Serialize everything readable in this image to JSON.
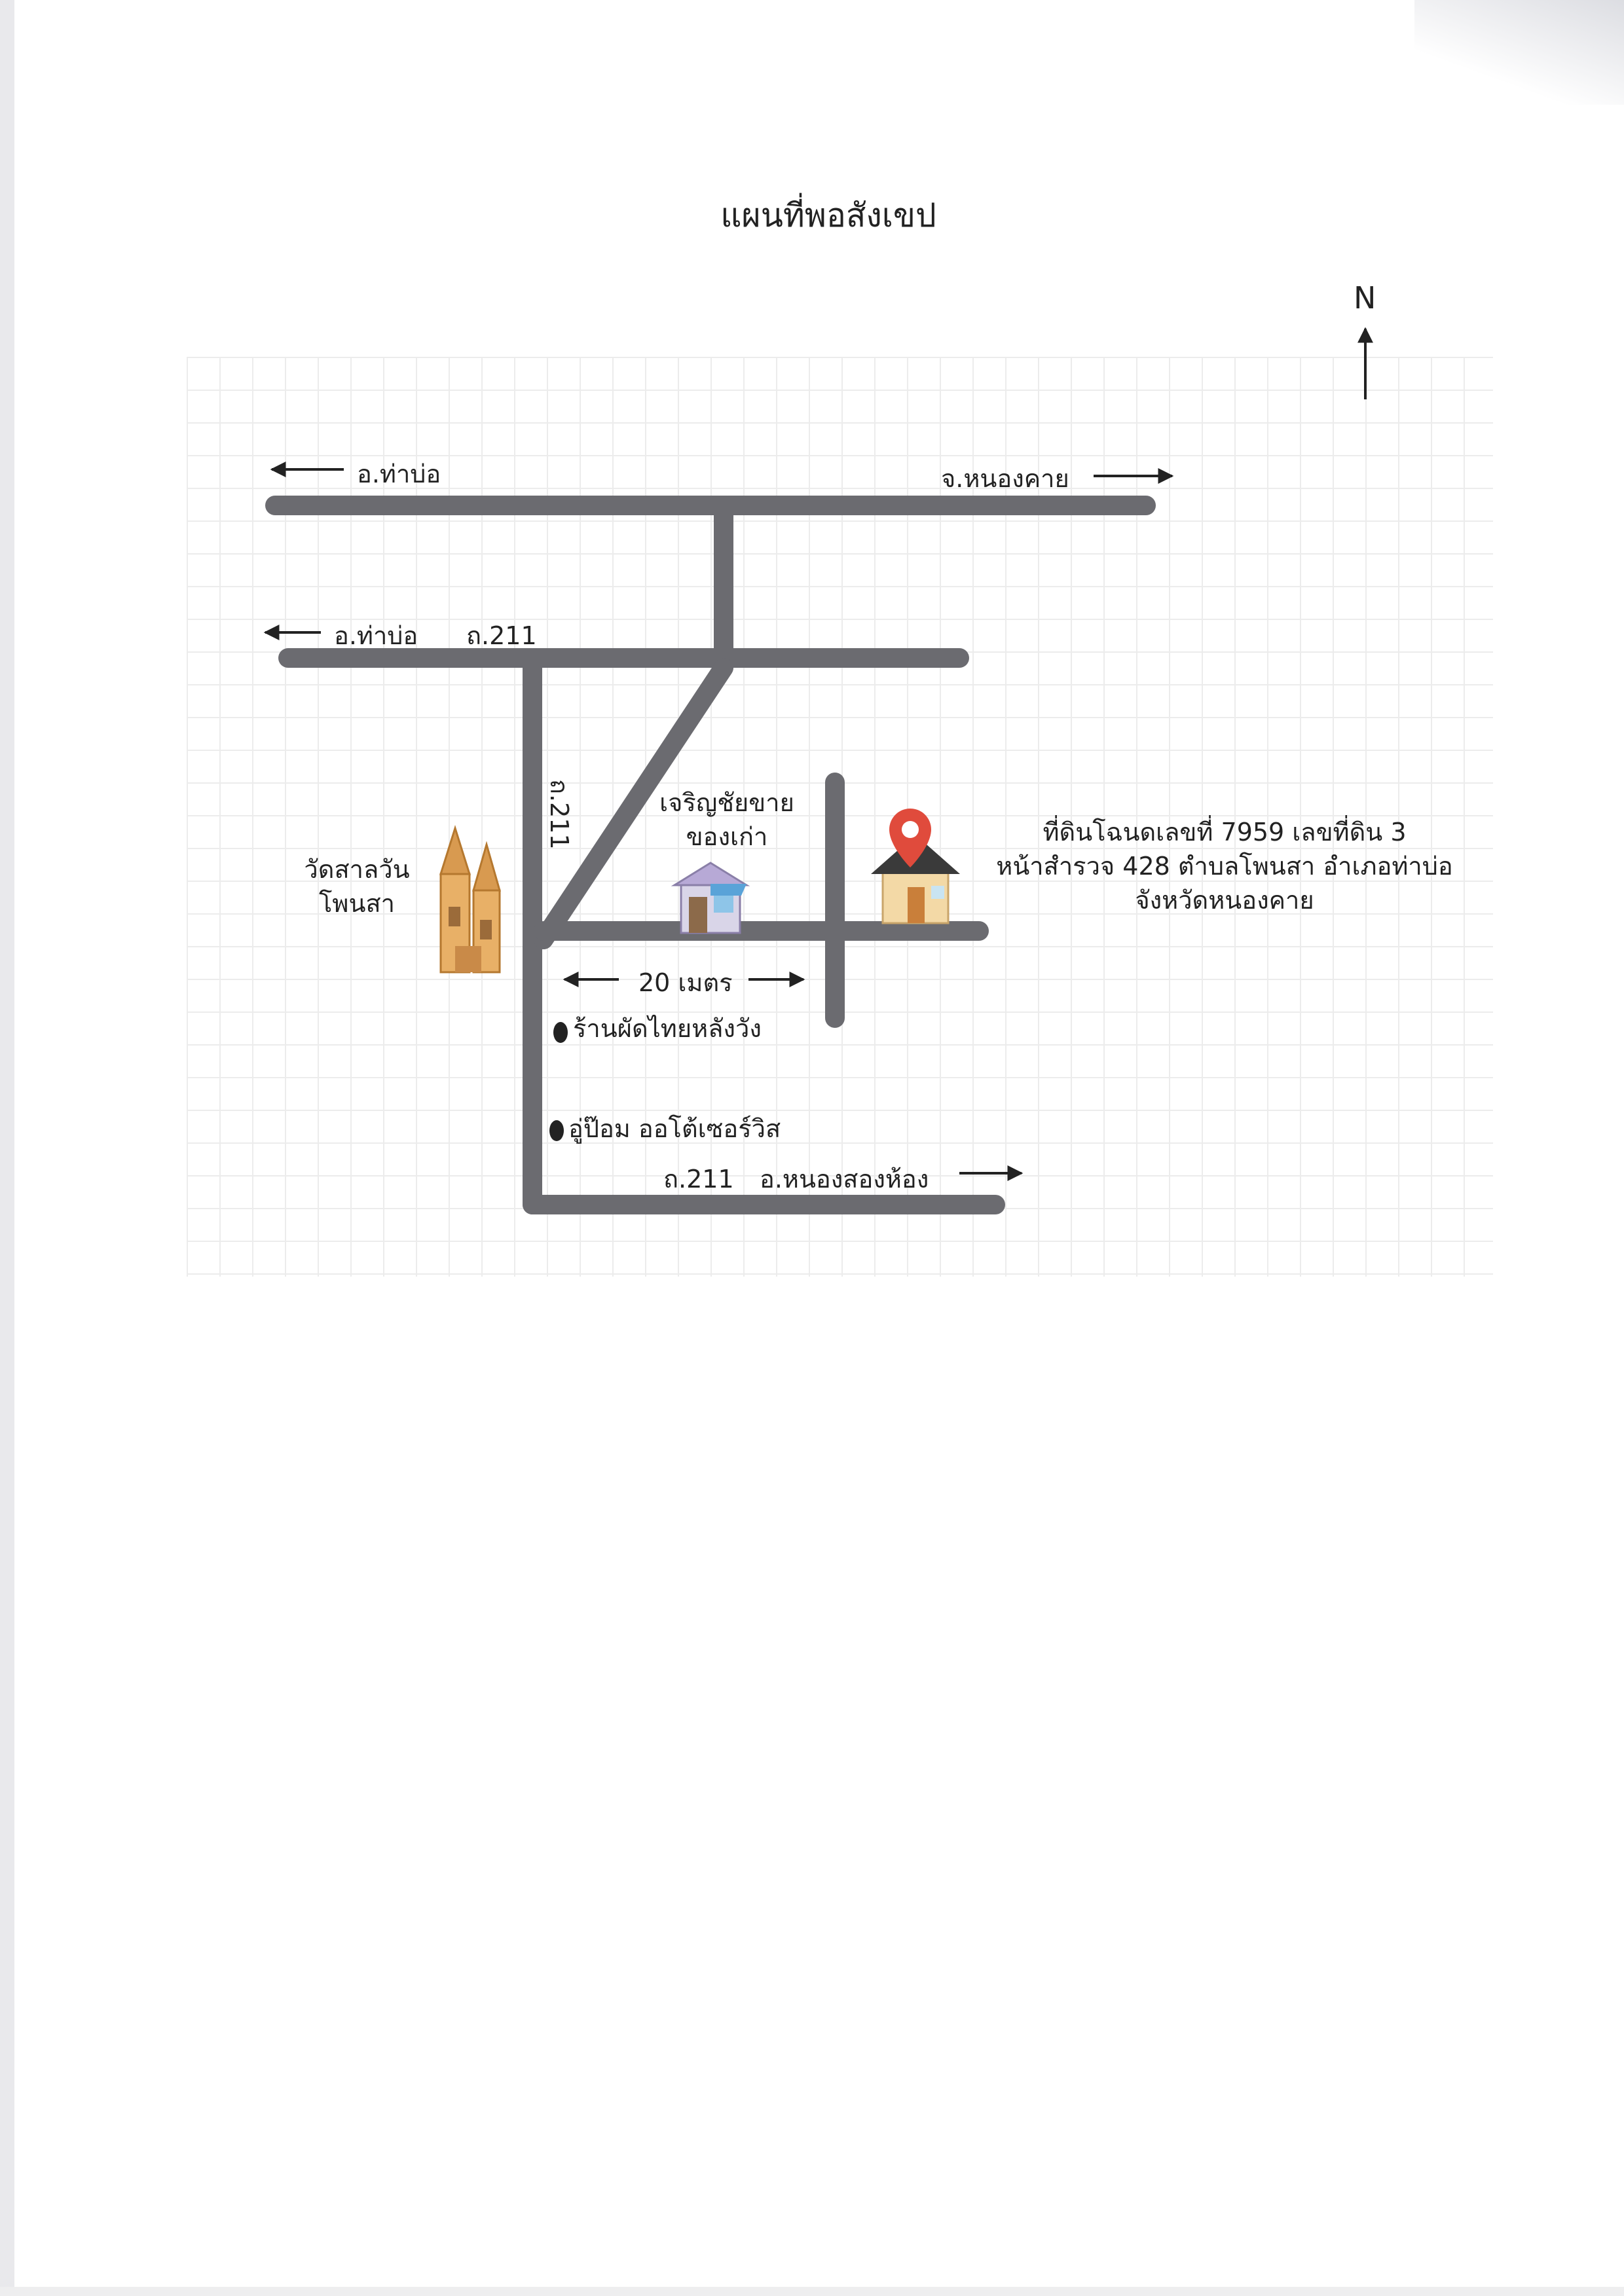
{
  "title": "แผนที่พอสังเขป",
  "north_label": "N",
  "roads": {
    "top_left_dest": "อ.ท่าบ่อ",
    "top_right_dest": "จ.หนองคาย",
    "mid_left_dest": "อ.ท่าบ่อ",
    "mid_road_name": "ถ.211",
    "vertical_road_name": "ถ.211",
    "bottom_road_name": "ถ.211",
    "bottom_right_dest": "อ.หนองสองห้อง"
  },
  "landmarks": {
    "temple_line1": "วัดสาลวัน",
    "temple_line2": "โพนสา",
    "shop_line1": "เจริญชัยขาย",
    "shop_line2": "ของเก่า",
    "restaurant": "ร้านผัดไทยหลังวัง",
    "garage": "อู่ป๊อม ออโต้เซอร์วิส"
  },
  "distance_label": "20 เมตร",
  "property": {
    "line1": "ที่ดินโฉนดเลขที่ 7959 เลขที่ดิน 3",
    "line2": "หน้าสำรวจ 428 ตำบลโพนสา อำเภอท่าบ่อ",
    "line3": "จังหวัดหนองคาย"
  },
  "colors": {
    "road": "#6b6b70",
    "pin": "#e04b3c",
    "house_roof": "#3a3a3a",
    "house_wall": "#f3d9a6",
    "temple": "#e8b067"
  }
}
